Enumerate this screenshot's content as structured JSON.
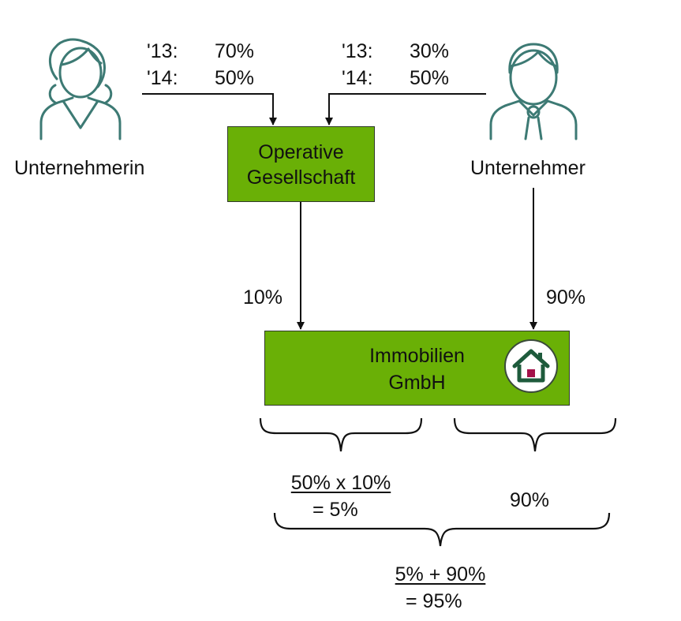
{
  "persons": {
    "left": {
      "label": "Unternehmerin",
      "icon": "businesswoman-icon"
    },
    "right": {
      "label": "Unternehmer",
      "icon": "businessman-icon"
    }
  },
  "shares_to_operative": {
    "left": [
      {
        "year": "'13:",
        "pct": "70%"
      },
      {
        "year": "'14:",
        "pct": "50%"
      }
    ],
    "right": [
      {
        "year": "'13:",
        "pct": "30%"
      },
      {
        "year": "'14:",
        "pct": "50%"
      }
    ]
  },
  "operative_box": {
    "line1": "Operative",
    "line2": "Gesellschaft"
  },
  "immobilien_box": {
    "line1": "Immobilien",
    "line2": "GmbH",
    "icon": "house-icon"
  },
  "edges": {
    "operative_to_immobilien": "10%",
    "unternehmer_to_immobilien": "90%"
  },
  "calc": {
    "left_line1": "50% x 10%",
    "left_line2": "= 5%",
    "right": "90%",
    "total_line1": "5% + 90%",
    "total_line2": "= 95%"
  },
  "colors": {
    "box_green": "#6ab006",
    "person_teal": "#3d7a74",
    "house_dark_green": "#1e5b3c",
    "house_door": "#a3124a"
  }
}
